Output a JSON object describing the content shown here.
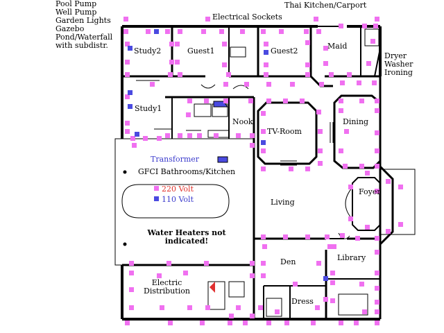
{
  "notes": {
    "extras": [
      "Pool Pump",
      "Well Pump",
      "Garden Lights",
      "Gazebo",
      "Pond/Waterfall",
      "with subdistr."
    ]
  },
  "header": {
    "electrical_sockets": "Electrical Sockets",
    "thai_kitchen": "Thai Kitchen/Carport"
  },
  "utility": [
    "Dryer",
    "Washer",
    "Ironing"
  ],
  "rooms": {
    "study2": "Study2",
    "guest1": "Guest1",
    "guest2": "Guest2",
    "maid": "Maid",
    "study1": "Study1",
    "nook": "Nook",
    "tv_room": "TV-Room",
    "dining": "Dining",
    "foyer": "Foyer",
    "living": "Living",
    "den": "Den",
    "library": "Library",
    "dress": "Dress",
    "electric_distribution": [
      "Electric",
      "Distribution"
    ]
  },
  "pool_area": {
    "transformer": "Transformer",
    "gfci": "GFCI Bathrooms/Kitchen",
    "legend_220": "220 Volt",
    "legend_110": "110 Volt",
    "water_heaters": [
      "Water Heaters not",
      "indicated!"
    ]
  },
  "colors": {
    "socket_220": "#f070f0",
    "socket_110": "#4a4ae0",
    "wall": "#000000",
    "background": "#ffffff",
    "distribution_marker": "#e03030"
  },
  "icons": {
    "socket_220": "pink-square",
    "socket_110": "blue-square",
    "distribution_marker": "red-triangle"
  }
}
